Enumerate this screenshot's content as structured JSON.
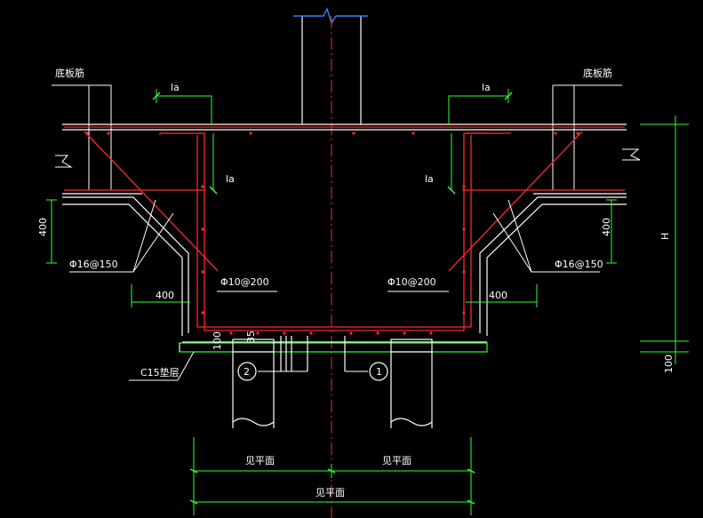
{
  "colors": {
    "background": "#000000",
    "concrete": "#ffffff",
    "rebar": "#ff2a2a",
    "centerline": "#ff2a2a",
    "dimension": "#33ff33",
    "leader": "#ffffff",
    "break": "#3b7cff",
    "pile": "#ffffff",
    "cushion": "#33ff33"
  },
  "labels": {
    "bottom_rebar_left": "底板筋",
    "bottom_rebar_right": "底板筋",
    "la_top_left": "la",
    "la_top_right": "la",
    "la_mid_left": "la",
    "la_mid_right": "la",
    "stirrup_left": "Φ16@150",
    "stirrup_right": "Φ16@150",
    "bar_left": "Φ10@200",
    "bar_right": "Φ10@200",
    "cushion": "C15垫层",
    "bubble_1": "1",
    "bubble_2": "2"
  },
  "dimensions": {
    "dim_400_vert_left": "400",
    "dim_400_vert_right": "400",
    "dim_400_horiz_left": "400",
    "dim_400_horiz_right": "400",
    "dim_h": "H",
    "dim_100_right": "100",
    "dim_100_left": "100",
    "dim_35": "35",
    "dim_see_plan_left": "见平面",
    "dim_see_plan_right": "见平面",
    "dim_see_plan_total": "见平面"
  }
}
